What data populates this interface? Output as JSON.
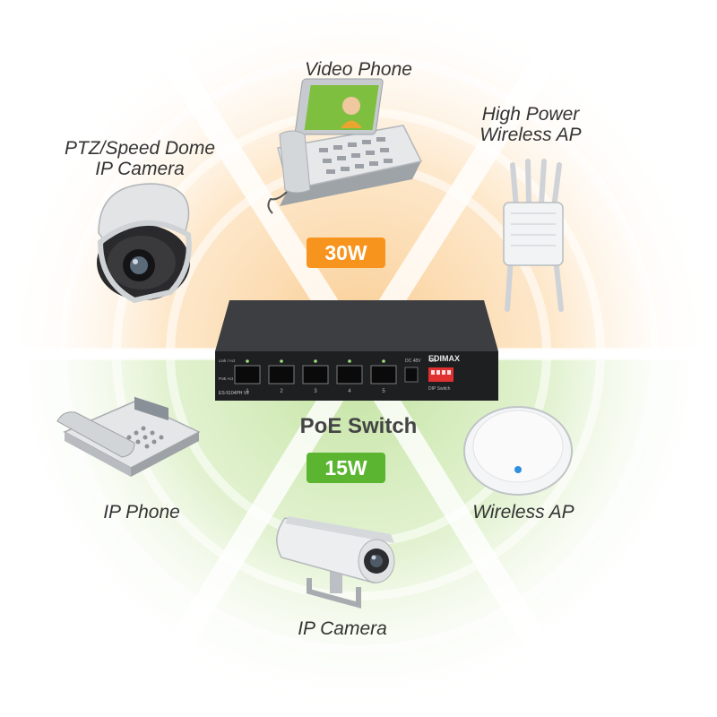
{
  "diagram": {
    "center": {
      "label": "PoE Switch",
      "brand": "EDIMAX",
      "model": "ES-5104PH V2",
      "port_numbers": [
        "1",
        "2",
        "3",
        "4",
        "5"
      ],
      "dc_label": "DC 48V",
      "dip_label": "DIP Switch",
      "dip_on": "ON",
      "link_label": "Link / Act",
      "poe_label": "PoE Act"
    },
    "high_power": {
      "badge": "30W",
      "color": "#f7941d",
      "devices": [
        {
          "id": "video-phone",
          "lines": [
            "Video Phone"
          ]
        },
        {
          "id": "ptz-camera",
          "lines": [
            "PTZ/Speed Dome",
            "IP Camera"
          ]
        },
        {
          "id": "high-power-ap",
          "lines": [
            "High Power",
            "Wireless AP"
          ]
        }
      ]
    },
    "standard_power": {
      "badge": "15W",
      "color": "#5cb531",
      "devices": [
        {
          "id": "ip-phone",
          "lines": [
            "IP Phone"
          ]
        },
        {
          "id": "wireless-ap",
          "lines": [
            "Wireless AP"
          ]
        },
        {
          "id": "ip-camera",
          "lines": [
            "IP Camera"
          ]
        }
      ]
    }
  }
}
